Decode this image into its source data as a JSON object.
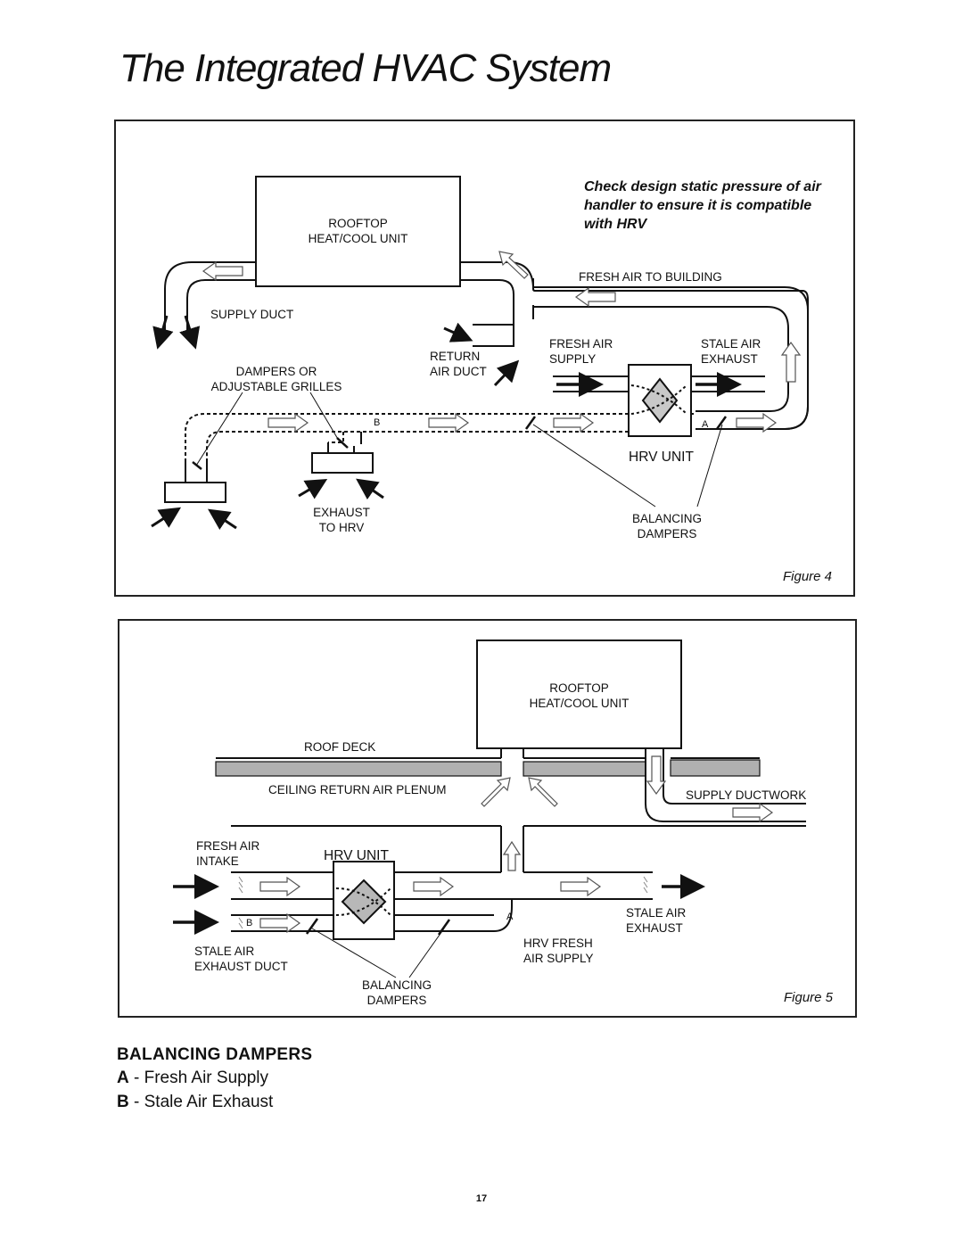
{
  "page_title": "The Integrated HVAC System",
  "figure4": {
    "caption": "Figure 4",
    "rooftop_line1": "ROOFTOP",
    "rooftop_line2": "HEAT/COOL UNIT",
    "note": "Check design static pressure of air handler to ensure it is compatible with HRV",
    "fresh_air_to_building": "FRESH AIR TO BUILDING",
    "supply_duct": "SUPPLY DUCT",
    "return_line1": "RETURN",
    "return_line2": "AIR DUCT",
    "fresh_air_line1": "FRESH AIR",
    "fresh_air_line2": "SUPPLY",
    "stale_air_line1": "STALE AIR",
    "stale_air_line2": "EXHAUST",
    "dampers_line1": "DAMPERS OR",
    "dampers_line2": "ADJUSTABLE GRILLES",
    "damper_b": "B",
    "damper_a": "A",
    "hrv_unit": "HRV UNIT",
    "exhaust_line1": "EXHAUST",
    "exhaust_line2": "TO HRV",
    "balancing_line1": "BALANCING",
    "balancing_line2": "DAMPERS"
  },
  "figure5": {
    "caption": "Figure 5",
    "rooftop_line1": "ROOFTOP",
    "rooftop_line2": "HEAT/COOL UNIT",
    "roof_deck": "ROOF DECK",
    "ceiling_plenum": "CEILING RETURN AIR PLENUM",
    "supply_ductwork": "SUPPLY DUCTWORK",
    "fresh_intake_line1": "FRESH AIR",
    "fresh_intake_line2": "INTAKE",
    "hrv_unit": "HRV UNIT",
    "damper_b": "B",
    "damper_a": "A",
    "stale_air_exhaust_line1": "STALE AIR",
    "stale_air_exhaust_line2": "EXHAUST",
    "hrv_fresh_line1": "HRV FRESH",
    "hrv_fresh_line2": "AIR SUPPLY",
    "stale_duct_line1": "STALE AIR",
    "stale_duct_line2": "EXHAUST DUCT",
    "balancing_line1": "BALANCING",
    "balancing_line2": "DAMPERS"
  },
  "legend": {
    "title": "BALANCING DAMPERS",
    "a_key": "A",
    "a_text": " - Fresh Air Supply",
    "b_key": "B",
    "b_text": " - Stale Air Exhaust"
  },
  "page_number": "17"
}
